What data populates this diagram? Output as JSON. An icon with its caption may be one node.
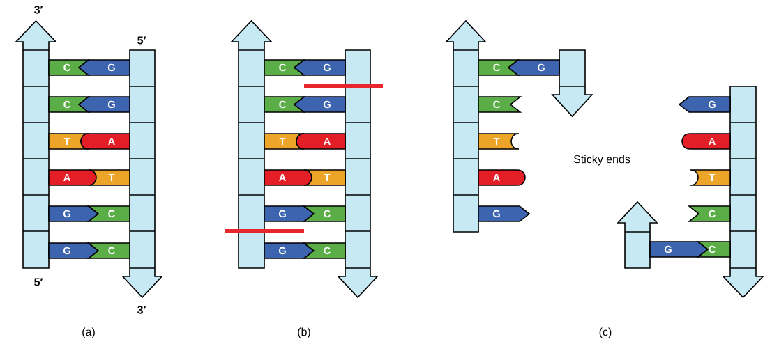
{
  "diagram": {
    "nodes": [
      {
        "text": [
          "C"
        ]
      },
      {
        "text": [
          "G"
        ]
      },
      {
        "text": [
          "C"
        ]
      },
      {
        "text": [
          "G"
        ]
      },
      {
        "text": [
          "T"
        ]
      },
      {
        "text": [
          "A"
        ]
      },
      {
        "text": [
          "A"
        ]
      },
      {
        "text": [
          "T"
        ]
      },
      {
        "text": [
          "G"
        ]
      },
      {
        "text": [
          "C"
        ]
      },
      {
        "text": [
          "G"
        ]
      },
      {
        "text": [
          "C"
        ]
      },
      {
        "text": [
          "C"
        ]
      },
      {
        "text": [
          "G"
        ]
      },
      {
        "text": [
          "C"
        ]
      },
      {
        "text": [
          "G"
        ]
      },
      {
        "text": [
          "T"
        ]
      },
      {
        "text": [
          "A"
        ]
      },
      {
        "text": [
          "A"
        ]
      },
      {
        "text": [
          "T"
        ]
      },
      {
        "text": [
          "G"
        ]
      },
      {
        "text": [
          "C"
        ]
      },
      {
        "text": [
          "G"
        ]
      },
      {
        "text": [
          "C"
        ]
      },
      {
        "text": [
          "C"
        ]
      },
      {
        "text": [
          "G"
        ]
      },
      {
        "text": [
          "C"
        ]
      },
      {
        "text": [
          "T"
        ]
      },
      {
        "text": [
          "A"
        ]
      },
      {
        "text": [
          "G"
        ]
      },
      {
        "text": [
          "G"
        ]
      },
      {
        "text": [
          "A"
        ]
      },
      {
        "text": [
          "T"
        ]
      },
      {
        "text": [
          "C"
        ]
      },
      {
        "text": [
          "G"
        ]
      },
      {
        "text": [
          "C"
        ]
      }
    ],
    "labels": [
      "3′",
      "5′",
      "5′",
      "3′",
      "(a)",
      "(b)",
      "Sticky ends",
      "(c)"
    ]
  }
}
